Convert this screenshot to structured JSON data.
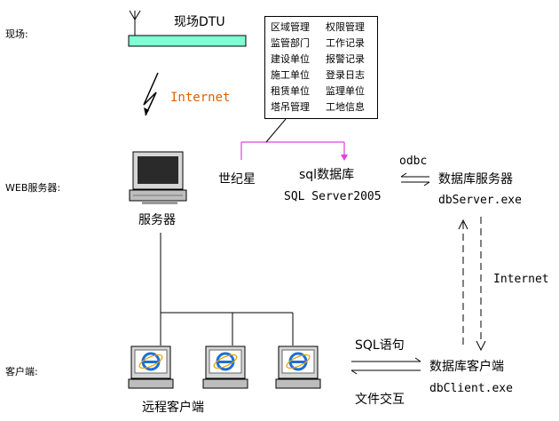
{
  "zones": {
    "site": "现场:",
    "web": "WEB服务器:",
    "client": "客户端:"
  },
  "site": {
    "dtu_label": "现场DTU",
    "internet_label": "Internet"
  },
  "modules": [
    [
      "区域管理",
      "权限管理"
    ],
    [
      "监管部门",
      "工作记录"
    ],
    [
      "建设单位",
      "报警记录"
    ],
    [
      "施工单位",
      "登录日志"
    ],
    [
      "租赁单位",
      "监理单位"
    ],
    [
      "塔吊管理",
      "工地信息"
    ]
  ],
  "web": {
    "server_label": "服务器",
    "shijixing": "世纪星",
    "sql_db": "sql数据库",
    "sql_server": "SQL Server2005",
    "odbc": "odbc",
    "db_server_cn": "数据库服务器",
    "db_server_exe": "dbServer.exe",
    "internet": "Internet"
  },
  "client": {
    "remote_label": "远程客户端",
    "sql_stmt": "SQL语句",
    "file_exchange": "文件交互",
    "db_client_cn": "数据库客户端",
    "db_client_exe": "dbClient.exe"
  },
  "colors": {
    "dtu_bar": "#7fffd4",
    "internet_text": "#e06000",
    "magenta_line": "#e040e0",
    "ie_blue": "#1a6fd8"
  }
}
